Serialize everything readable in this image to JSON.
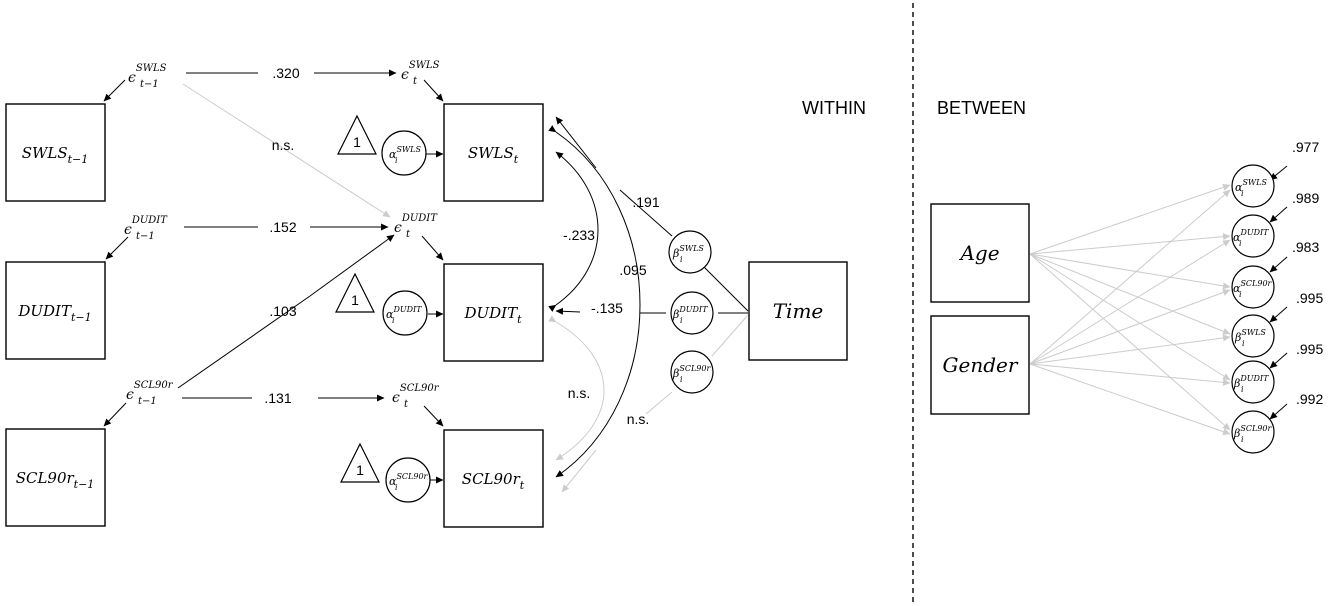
{
  "headers": {
    "within": "WITHIN",
    "between": "BETWEEN"
  },
  "lagged_boxes": [
    {
      "name": "SWLS",
      "sub": "t−1"
    },
    {
      "name": "DUDIT",
      "sub": "t−1"
    },
    {
      "name": "SCL90r",
      "sub": "t−1"
    }
  ],
  "current_boxes": [
    {
      "name": "SWLS",
      "sub": "t"
    },
    {
      "name": "DUDIT",
      "sub": "t"
    },
    {
      "name": "SCL90r",
      "sub": "t"
    }
  ],
  "lagged_residuals": [
    {
      "sym": "ϵ",
      "sub": "t−1",
      "sup": "SWLS"
    },
    {
      "sym": "ϵ",
      "sub": "t−1",
      "sup": "DUDIT"
    },
    {
      "sym": "ϵ",
      "sub": "t−1",
      "sup": "SCL90r"
    }
  ],
  "current_residuals": [
    {
      "sym": "ϵ",
      "sub": "t",
      "sup": "SWLS"
    },
    {
      "sym": "ϵ",
      "sub": "t",
      "sup": "DUDIT"
    },
    {
      "sym": "ϵ",
      "sub": "t",
      "sup": "SCL90r"
    }
  ],
  "triangle_label": "1",
  "alpha_symbol": "α",
  "beta_symbol": "β",
  "index_sub": "i",
  "within_alpha_sups": [
    "SWLS",
    "DUDIT",
    "SCL90r"
  ],
  "within_beta_sups": [
    "SWLS",
    "DUDIT",
    "SCL90r"
  ],
  "time_label": "Time",
  "path_labels": {
    "swls_ar": ".320",
    "swls_to_dudit": "n.s.",
    "dudit_ar": ".152",
    "scl_to_dudit": ".103",
    "scl_ar": ".131",
    "cov_swls_dudit": "-.233",
    "time_swls": ".191",
    "cov_swls_scl": ".095",
    "time_dudit": "-.135",
    "cov_dudit_scl": "n.s.",
    "time_scl": "n.s."
  },
  "between_boxes": [
    "Age",
    "Gender"
  ],
  "between_latents": [
    {
      "sym": "α",
      "sup": "SWLS",
      "residual": ".977"
    },
    {
      "sym": "α",
      "sup": "DUDIT",
      "residual": ".989"
    },
    {
      "sym": "α",
      "sup": "SCL90r",
      "residual": ".983"
    },
    {
      "sym": "β",
      "sup": "SWLS",
      "residual": ".995"
    },
    {
      "sym": "β",
      "sup": "DUDIT",
      "residual": ".995"
    },
    {
      "sym": "β",
      "sup": "SCL90r",
      "residual": ".992"
    }
  ],
  "colors": {
    "line": "#000000",
    "nonsig": "#cccccc"
  }
}
